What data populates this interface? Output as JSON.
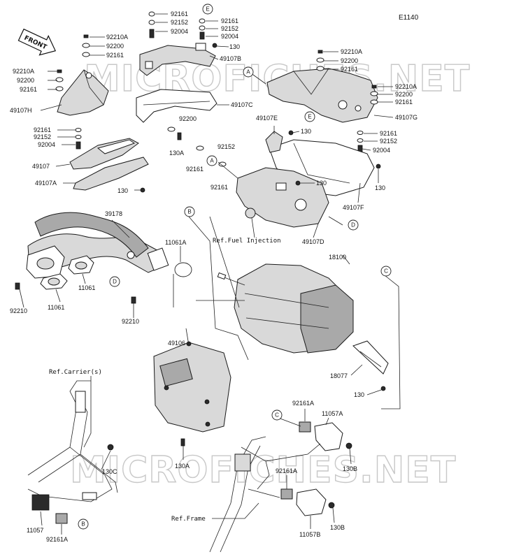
{
  "diagram_code": "E1140",
  "front_label": "FRONT",
  "watermark": "MICROFICHES.NET",
  "refs": {
    "fuel_injection": "Ref.Fuel Injection",
    "carriers": "Ref.Carrier(s)",
    "frame": "Ref.Frame"
  },
  "callouts": [
    "A",
    "B",
    "C",
    "D",
    "E"
  ],
  "parts": {
    "p92161": "92161",
    "p92152": "92152",
    "p92004": "92004",
    "p92210A": "92210A",
    "p92200": "92200",
    "p49107B": "49107B",
    "p49107C": "49107C",
    "p49107H": "49107H",
    "p49107": "49107",
    "p49107A": "49107A",
    "p130": "130",
    "p130A": "130A",
    "p130B": "130B",
    "p130C": "130C",
    "p49107E": "49107E",
    "p49107G": "49107G",
    "p49107F": "49107F",
    "p49107D": "49107D",
    "p39178": "39178",
    "p11061A": "11061A",
    "p11061": "11061",
    "p92210": "92210",
    "p18100": "18100",
    "p18077": "18077",
    "p49106": "49106",
    "p92161A": "92161A",
    "p11057A": "11057A",
    "p11057": "11057",
    "p11057B": "11057B"
  }
}
